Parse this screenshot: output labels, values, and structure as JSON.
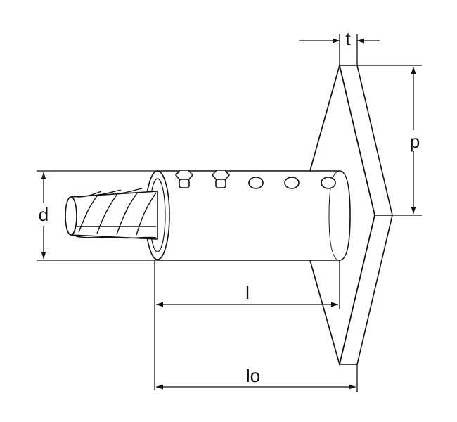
{
  "labels": {
    "thickness": "t",
    "plate_height": "p",
    "diameter": "d",
    "sleeve_length": "l",
    "overall_length": "lo"
  },
  "colors": {
    "line": "#111111",
    "background": "#ffffff"
  },
  "parts": {
    "set_screws": 2,
    "open_holes": 3
  }
}
